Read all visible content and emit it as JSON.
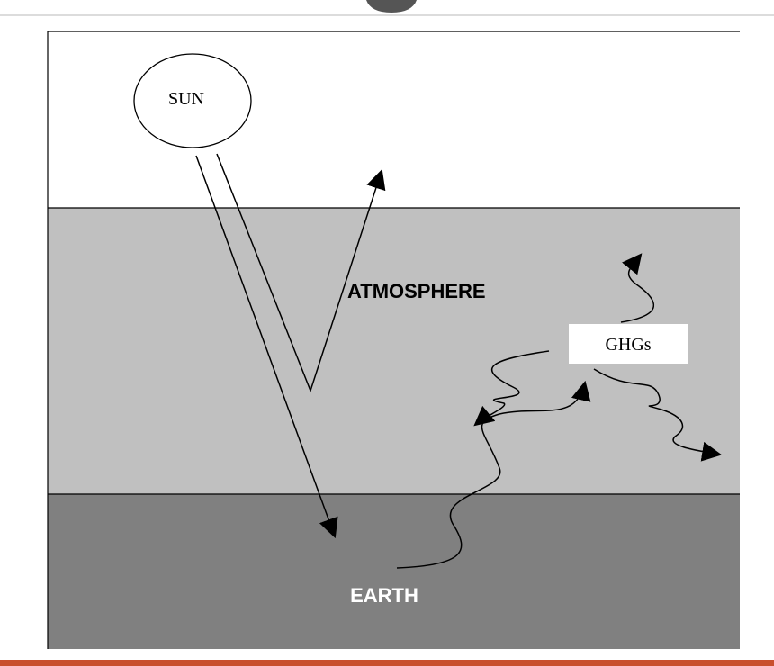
{
  "labels": {
    "sun": "SUN",
    "atmosphere": "ATMOSPHERE",
    "ghgs": "GHGs",
    "earth": "EARTH"
  },
  "colors": {
    "sky": "#ffffff",
    "atmosphere": "#c0c0c0",
    "earth": "#808080",
    "stroke": "#000000",
    "earth_label": "#ffffff",
    "bottom_bar": "#c9502e",
    "top_divider": "#b8b8b8",
    "top_logo": "#555555"
  }
}
